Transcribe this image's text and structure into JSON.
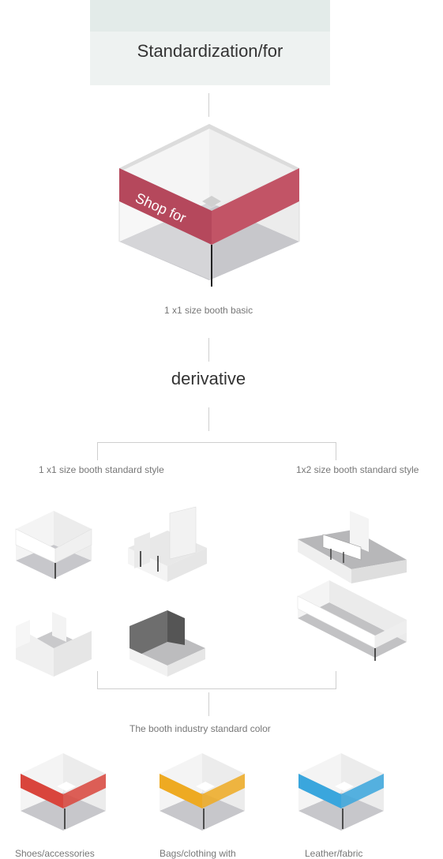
{
  "header": {
    "title": "Standardization/for"
  },
  "main_booth": {
    "sign_text": "Shop for",
    "caption": "1 x1 size booth basic"
  },
  "derivative": {
    "title": "derivative"
  },
  "styles": {
    "left_caption": "1 x1 size booth standard style",
    "right_caption": "1x2 size booth standard style"
  },
  "industry": {
    "caption": "The booth industry standard color",
    "items": [
      {
        "label": "Shoes/accessories",
        "color": "#d9453c"
      },
      {
        "label": "Bags/clothing with",
        "color": "#eeaa22"
      },
      {
        "label": "Leather/fabric",
        "color": "#3aa6dd"
      }
    ]
  },
  "colors": {
    "sign": "#b5485c",
    "connector": "#cfcfcf"
  }
}
